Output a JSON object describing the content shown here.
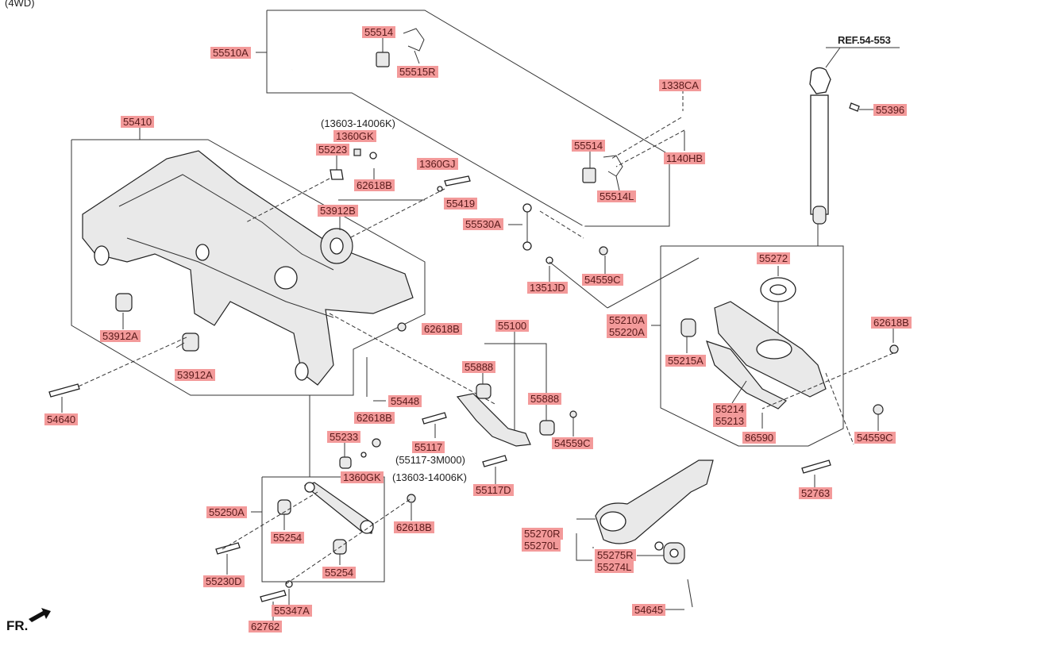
{
  "heading": "(4WD)",
  "ref": "REF.54-553",
  "fr": "FR.",
  "notes": {
    "n1": "(13603-14006K)",
    "n2": "(55117-3M000)",
    "n3": "(13603-14006K)"
  },
  "labels": {
    "p55510A": "55510A",
    "p55514a": "55514",
    "p55515R": "55515R",
    "p1338CA": "1338CA",
    "p55514b": "55514",
    "p1140HB": "1140HB",
    "p55514L": "55514L",
    "p55396": "55396",
    "p55410": "55410",
    "p1360GKa": "1360GK",
    "p55223": "55223",
    "p62618Ba": "62618B",
    "p1360GJ": "1360GJ",
    "p55419": "55419",
    "p53912B": "53912B",
    "p55530A": "55530A",
    "p54559Ca": "54559C",
    "p1351JD": "1351JD",
    "p55272": "55272",
    "p55210A": "55210A",
    "p55220A": "55220A",
    "p62618Bb": "62618B",
    "p53912Aa": "53912A",
    "p62618Bc": "62618B",
    "p55100": "55100",
    "p55215A": "55215A",
    "p55888a": "55888",
    "p53912Ab": "53912A",
    "p55448": "55448",
    "p55888b": "55888",
    "p55214": "55214",
    "p55213": "55213",
    "p54640": "54640",
    "p62618Bd": "62618B",
    "p86590": "86590",
    "p54559Cb": "54559C",
    "p55233": "55233",
    "p55117": "55117",
    "p54559Cc": "54559C",
    "p1360GKb": "1360GK",
    "p55117D": "55117D",
    "p52763": "52763",
    "p55250A": "55250A",
    "p62618Be": "62618B",
    "p55254a": "55254",
    "p55270R": "55270R",
    "p55270L": "55270L",
    "p55275R": "55275R",
    "p55274L": "55274L",
    "p55254b": "55254",
    "p55230D": "55230D",
    "p54645": "54645",
    "p55347A": "55347A",
    "p62762": "62762"
  },
  "colors": {
    "label_bg": "#f39a9a",
    "label_text": "#5a1a1a",
    "line": "#333333"
  }
}
